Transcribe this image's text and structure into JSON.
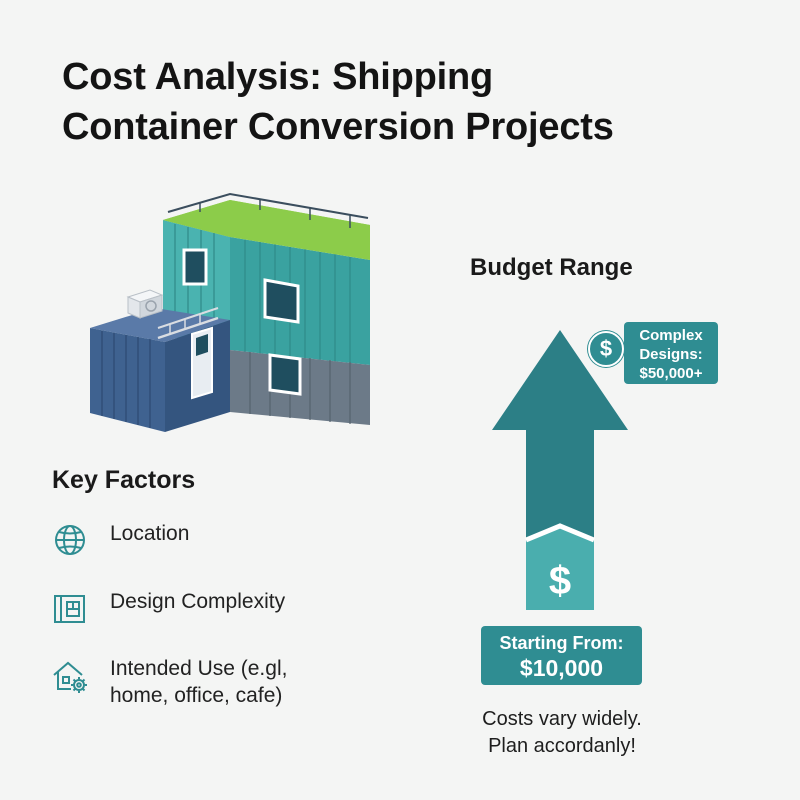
{
  "title": {
    "line1": "Cost Analysis: Shipping",
    "line2": "Container Conversion Projects"
  },
  "illustration": {
    "icon": "stacked-shipping-containers-illustration",
    "colors": {
      "teal": "#4ab3b0",
      "navy": "#3f6290",
      "grey": "#6c7a88",
      "roof": "#8ccc4a"
    }
  },
  "key_factors": {
    "heading": "Key Factors",
    "items": [
      {
        "icon": "globe-icon",
        "line1": "Location",
        "line2": ""
      },
      {
        "icon": "blueprint-icon",
        "line1": "Design Complexity",
        "line2": ""
      },
      {
        "icon": "house-gear-icon",
        "line1": "Intended Use (e.gl,",
        "line2": "home, office, cafe)"
      }
    ]
  },
  "budget": {
    "heading": "Budget Range",
    "accent_color": "#2f8d92",
    "high": {
      "symbol": "$",
      "line1": "Complex",
      "line2": "Designs:",
      "line3": "$50,000+"
    },
    "low": {
      "symbol": "$",
      "label": "Starting From:",
      "value": "$10,000"
    },
    "note": {
      "line1": "Costs vary widely.",
      "line2": "Plan accordanly!"
    }
  }
}
